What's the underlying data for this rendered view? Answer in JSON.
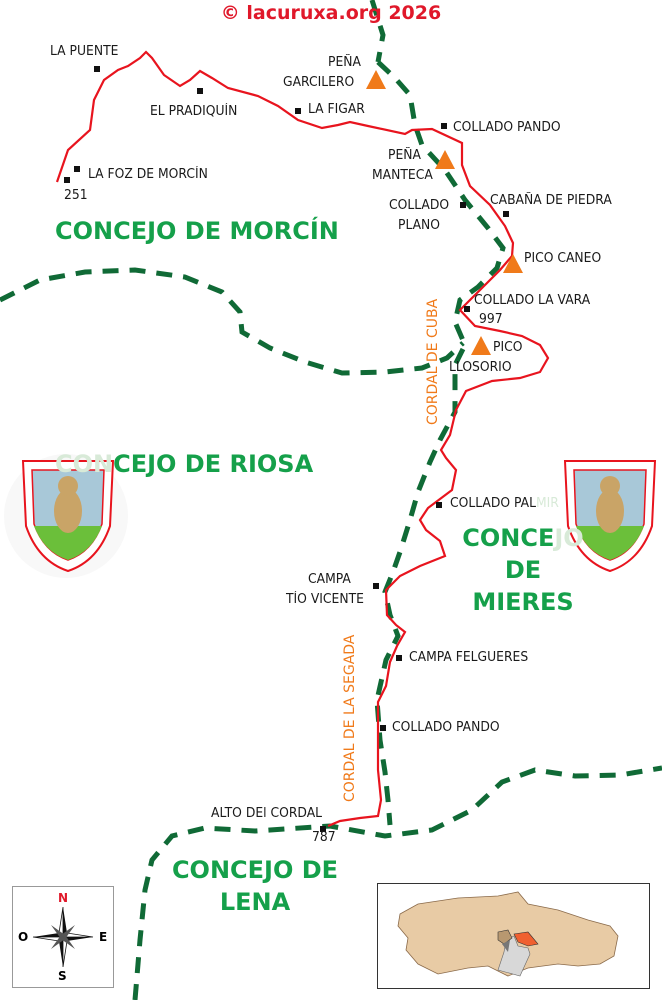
{
  "copyright": "© lacuruxa.org 2026",
  "places": {
    "la_puente": "LA PUENTE",
    "el_pradiquin": "EL PRADIQUÍN",
    "la_figar": "LA FIGAR",
    "la_foz": "LA FOZ DE MORCÍN",
    "la_foz_alt": "251",
    "pena_garcilero_1": "PEÑA",
    "pena_garcilero_2": "GARCILERO",
    "collado_pando_n": "COLLADO PANDO",
    "pena_manteca_1": "PEÑA",
    "pena_manteca_2": "MANTECA",
    "collado_plano_1": "COLLADO",
    "collado_plano_2": "PLANO",
    "cabana_piedra": "CABAÑA DE PIEDRA",
    "pico_caneo": "PICO CANEO",
    "collado_la_vara": "COLLADO LA VARA",
    "collado_la_vara_alt": "997",
    "pico_llosorio_1": "PICO",
    "pico_llosorio_2": "LLOSORIO",
    "collado_palmir_a": "COLLADO PAL",
    "collado_palmir_b": "MIR",
    "campa_tio_1": "CAMPA",
    "campa_tio_2": "TÍO VICENTE",
    "campa_felgueres": "CAMPA FELGUERES",
    "collado_pando_s": "COLLADO PANDO",
    "alto_cordal": "ALTO DEl CORDAL",
    "alto_cordal_alt": "787"
  },
  "concejos": {
    "morcin": "CONCEJO DE MORCÍN",
    "riosa_a": "CON",
    "riosa_b": "CEJO DE RIOSA",
    "mieres_1a": "CONCE",
    "mieres_1b": "JO",
    "mieres_2": "DE",
    "mieres_3": "MIERES",
    "lena_1": "CONCEJO DE",
    "lena_2": "LENA"
  },
  "ridges": {
    "cuba": "CORDAL DE CUBA",
    "segada": "CORDAL DE LA SEGADA"
  },
  "compass": {
    "n": "N",
    "s": "S",
    "e": "E",
    "w": "O"
  },
  "colors": {
    "route": "#e8141e",
    "boundary": "#106a36",
    "peak": "#f07a1a",
    "concejo": "#15a04a"
  }
}
